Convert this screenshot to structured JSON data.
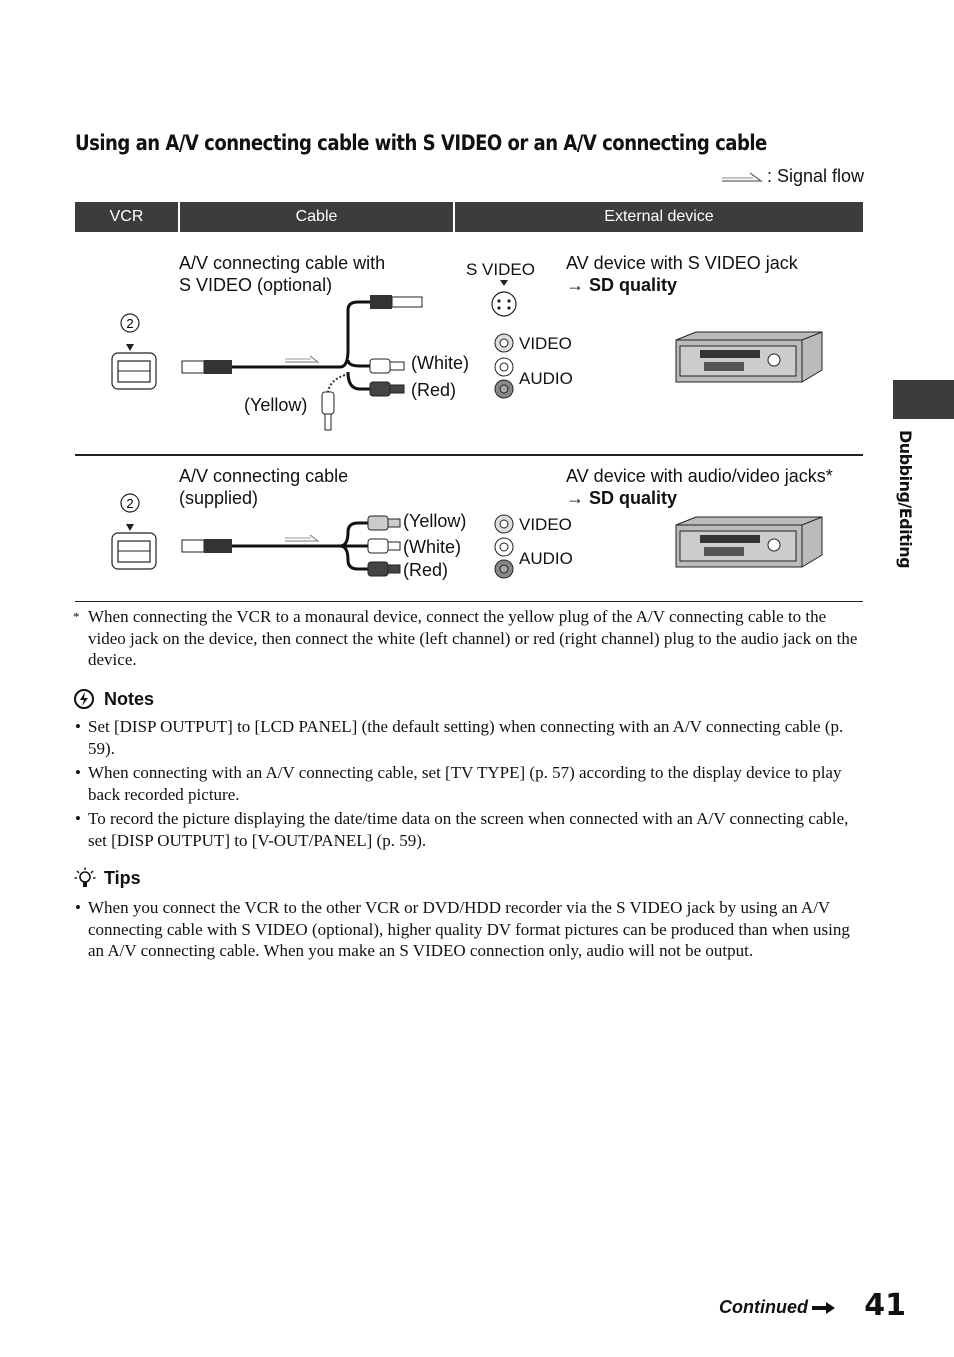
{
  "title": "Using an A/V connecting cable with S VIDEO or an A/V connecting cable",
  "signal_flow": ": Signal flow",
  "table": {
    "headers": [
      "VCR",
      "Cable",
      "External device"
    ],
    "rows": [
      {
        "step": "2",
        "cable_label_1": "A/V connecting cable with",
        "cable_label_2": "S VIDEO (optional)",
        "plug_white": "(White)",
        "plug_red": "(Red)",
        "plug_yellow": "(Yellow)",
        "jack_svideo": "S VIDEO",
        "jack_video": "VIDEO",
        "jack_audio": "AUDIO",
        "device_label": "AV device with S VIDEO jack",
        "arrow": "→",
        "quality": "SD quality"
      },
      {
        "step": "2",
        "cable_label_1": "A/V connecting cable",
        "cable_label_2": "(supplied)",
        "plug_yellow": "(Yellow)",
        "plug_white": "(White)",
        "plug_red": "(Red)",
        "jack_video": "VIDEO",
        "jack_audio": "AUDIO",
        "device_label": "AV device with audio/video jacks*",
        "arrow": "→",
        "quality": "SD quality"
      }
    ]
  },
  "footnote": {
    "mark": "*",
    "text": "When connecting the VCR to a monaural device, connect the yellow plug of the A/V connecting cable to the video jack on the device, then connect the white (left channel) or red (right channel) plug to the audio jack on the device."
  },
  "notes": {
    "heading": "Notes",
    "items": [
      "Set [DISP OUTPUT] to [LCD PANEL] (the default setting) when connecting with an A/V connecting cable (p. 59).",
      "When connecting with an A/V connecting cable, set [TV TYPE] (p. 57) according to the display device to play back recorded picture.",
      "To record the picture displaying the date/time data on the screen when connected with an A/V connecting cable, set [DISP OUTPUT] to [V-OUT/PANEL] (p. 59)."
    ]
  },
  "tips": {
    "heading": "Tips",
    "items": [
      "When you connect the VCR to the other VCR or DVD/HDD recorder via the S VIDEO jack by using an A/V connecting cable with S VIDEO (optional), higher quality DV format pictures can be produced than when using an A/V connecting cable. When you make an S VIDEO connection only, audio will not be output."
    ]
  },
  "side_label": "Dubbing/Editing",
  "footer": {
    "continued": "Continued",
    "page": "41"
  }
}
